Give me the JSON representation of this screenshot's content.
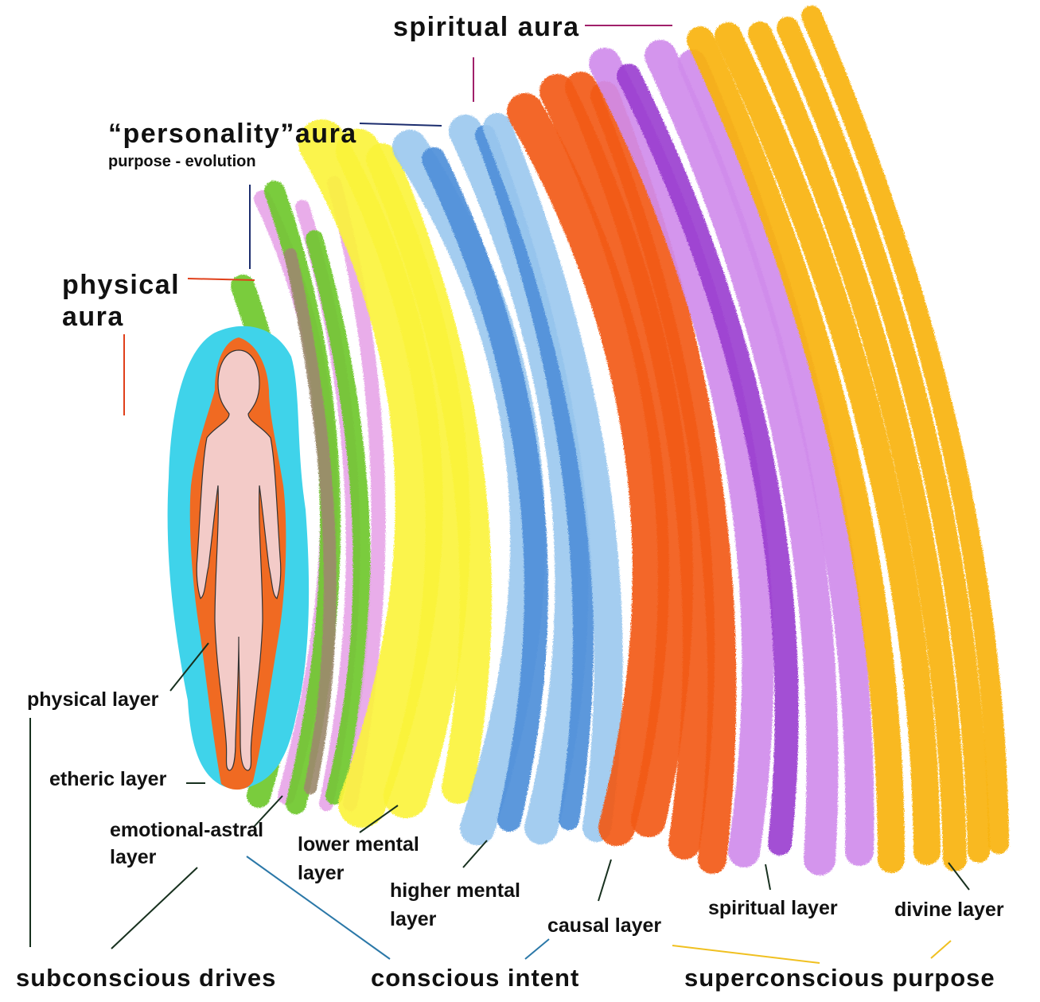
{
  "aura_groups": {
    "spiritual": "spiritual  aura",
    "personality": "“personality”aura",
    "personality_sub": "purpose - evolution",
    "physical_line1": "physical",
    "physical_line2": "aura"
  },
  "layers": {
    "physical": "physical layer",
    "etheric": "etheric layer",
    "emotional_line1": "emotional-astral",
    "emotional_line2": "layer",
    "lower_mental_line1": "lower mental",
    "lower_mental_line2": "layer",
    "higher_mental_line1": "higher mental",
    "higher_mental_line2": "layer",
    "causal": "causal layer",
    "spiritual": "spiritual layer",
    "divine": "divine  layer"
  },
  "states": {
    "subconscious": "subconscious  drives",
    "conscious": "conscious  intent",
    "superconscious": "superconscious  purpose"
  },
  "colors": {
    "etheric": "#3fd3ea",
    "physical_outline": "#f06a22",
    "skin": "#f3cbc8",
    "emotional_green": "#6fc82e",
    "emotional_pink": "#e7a6e8",
    "emotional_brown": "#9c8a6e",
    "lower_mental": "#fbf33c",
    "higher_mental_light": "#9cc9ef",
    "higher_mental_dark": "#4f8fd9",
    "causal": "#f25a14",
    "spiritual_light": "#d08cec",
    "spiritual_dark": "#9b3fd0",
    "divine": "#f9b30b",
    "line_spiritual_aura": "#a0206a",
    "line_personality": "#1c2d6e",
    "line_physical": "#e0401a",
    "line_conscious": "#2b78a8",
    "line_superconscious": "#f0c020",
    "line_dark": "#17301e"
  }
}
